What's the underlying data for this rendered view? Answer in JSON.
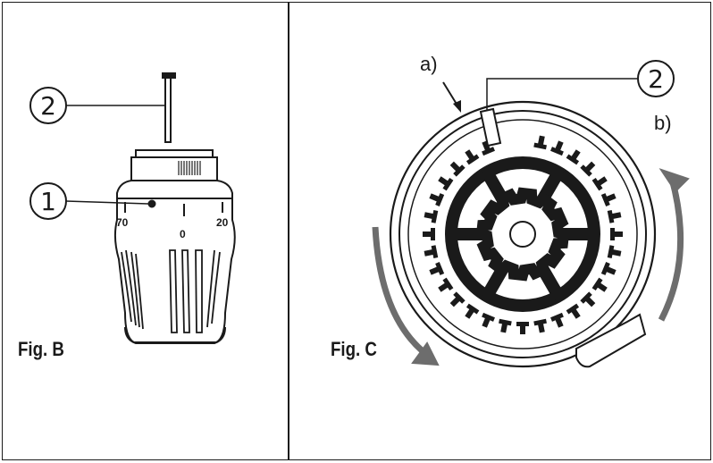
{
  "figures": {
    "b": {
      "label": "Fig. B",
      "callouts": [
        "1",
        "2"
      ],
      "scale": {
        "left": "70",
        "center": "0",
        "right": "20"
      }
    },
    "c": {
      "label": "Fig. C",
      "callouts": [
        "2"
      ],
      "letters": [
        "a)",
        "b)"
      ]
    }
  },
  "colors": {
    "ink": "#1a1a1a",
    "arrow_gray": "#6d6d6d",
    "background": "#ffffff"
  }
}
